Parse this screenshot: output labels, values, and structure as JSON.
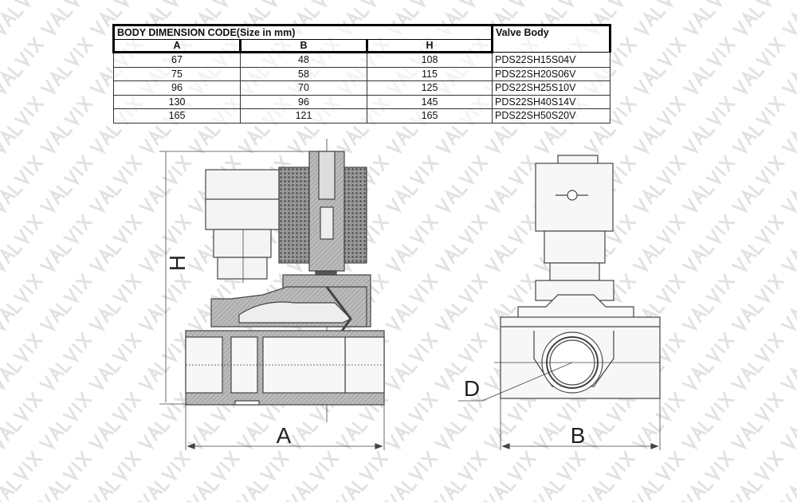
{
  "watermark": "VALVIX",
  "table": {
    "title": "BODY DIMENSION CODE(Size in mm)",
    "valve_body_header": "Valve Body",
    "columns": [
      "A",
      "B",
      "H"
    ],
    "rows": [
      {
        "A": "67",
        "B": "48",
        "H": "108",
        "model": "PDS22SH15S04V"
      },
      {
        "A": "75",
        "B": "58",
        "H": "115",
        "model": "PDS22SH20S06V"
      },
      {
        "A": "96",
        "B": "70",
        "H": "125",
        "model": "PDS22SH25S10V"
      },
      {
        "A": "130",
        "B": "96",
        "H": "145",
        "model": "PDS22SH40S14V"
      },
      {
        "A": "165",
        "B": "121",
        "H": "165",
        "model": "PDS22SH50S20V"
      }
    ]
  },
  "drawing": {
    "label_h": "H",
    "label_a": "A",
    "label_b": "B",
    "label_d": "D"
  }
}
